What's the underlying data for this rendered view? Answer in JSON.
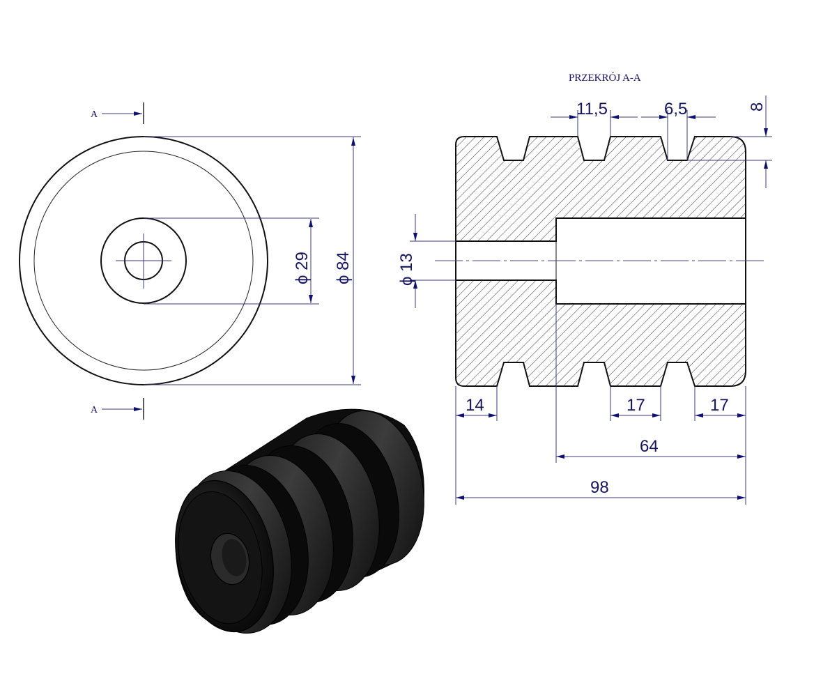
{
  "section_title": "PRZEKRÓJ A-A",
  "section_markers": {
    "top_label": "A",
    "bottom_label": "A"
  },
  "front_view": {
    "dims": {
      "inner_diameter": "ϕ 29",
      "outer_diameter": "ϕ 84"
    }
  },
  "section_view": {
    "dims": {
      "groove_top_width": "11,5",
      "groove_bottom_width": "6,5",
      "groove_depth": "8",
      "bore_diameter": "ϕ 13",
      "left_offset": "14",
      "groove_pitch_1": "17",
      "groove_pitch_2": "17",
      "counterbore_length": "64",
      "overall_length": "98"
    }
  },
  "iso_view": {
    "description": "Black rubber grooved cylindrical bumper, isometric render"
  },
  "colors": {
    "dimension": "#14145f",
    "outline": "#111111",
    "part": "#151515"
  }
}
